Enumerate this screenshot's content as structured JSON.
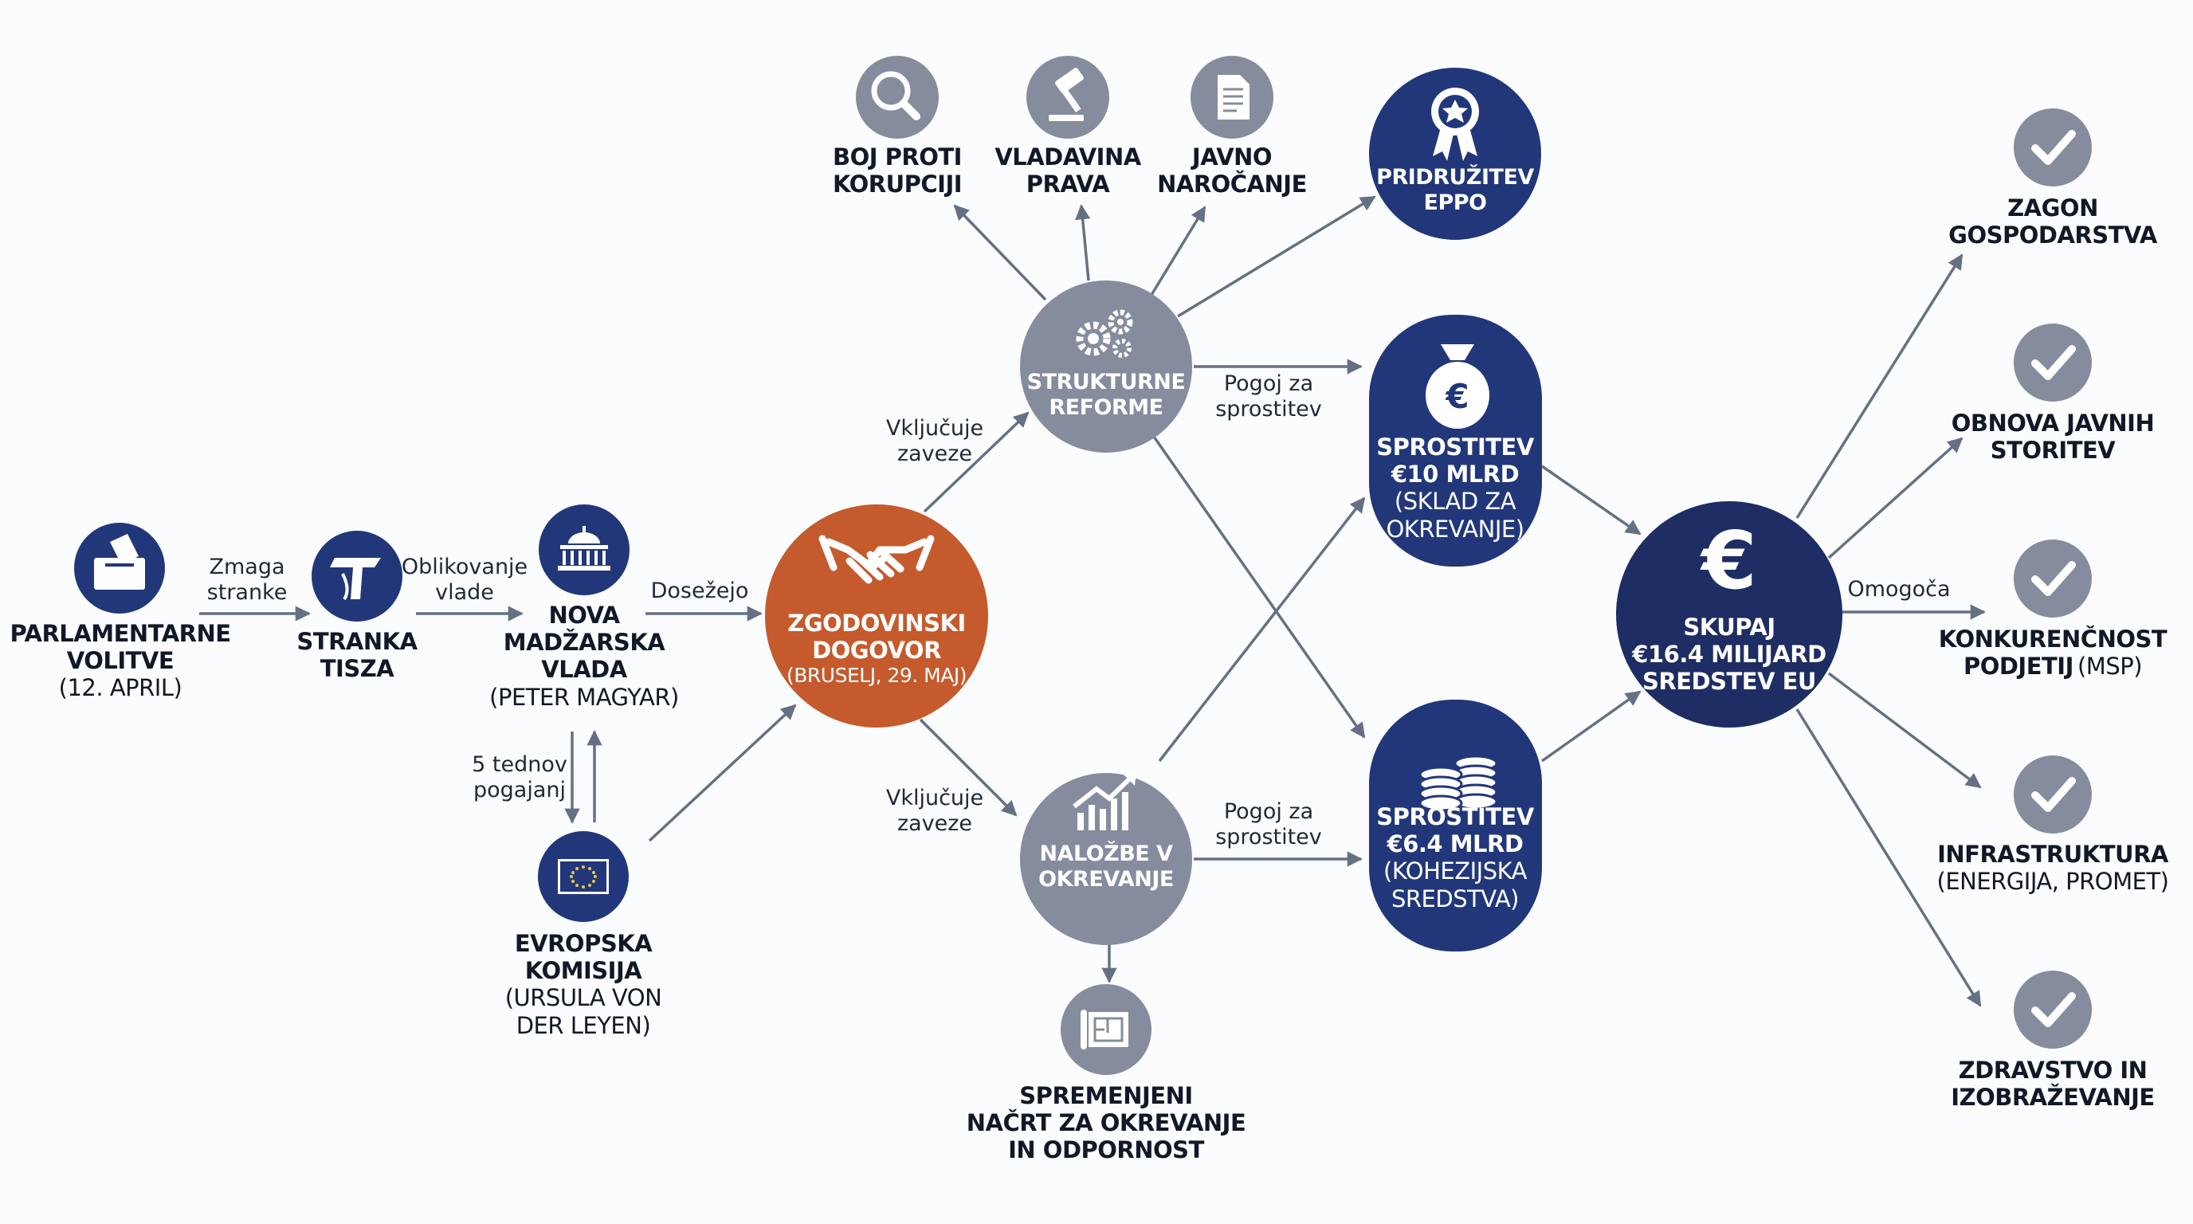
{
  "colors": {
    "dark_blue": "#22377a",
    "navy": "#1e2d63",
    "gray": "#858c9d",
    "orange": "#c55a2d",
    "arrow": "#667085",
    "text": "#111827"
  },
  "nodes": {
    "volitve": {
      "icon": "ballot-box-icon",
      "title_1": "PARLAMENTARNE",
      "title_2": "VOLITVE",
      "sub": "(12. APRIL)"
    },
    "tisza": {
      "icon": "tisza-logo-icon",
      "title_1": "STRANKA",
      "title_2": "TISZA"
    },
    "vlada": {
      "icon": "parliament-building-icon",
      "title_1": "NOVA",
      "title_2": "MADŽARSKA",
      "title_3": "VLADA",
      "sub": "(PETER MAGYAR)"
    },
    "komisija": {
      "icon": "eu-flag-icon",
      "title_1": "EVROPSKA",
      "title_2": "KOMISIJA",
      "sub_1": "(URSULA VON",
      "sub_2": "DER LEYEN)"
    },
    "dogovor": {
      "icon": "handshake-icon",
      "title_1": "ZGODOVINSKI",
      "title_2": "DOGOVOR",
      "sub": "(BRUSELJ, 29. MAJ)"
    },
    "reforme": {
      "icon": "gears-icon",
      "title_1": "STRUKTURNE",
      "title_2": "REFORME"
    },
    "nalozbe": {
      "icon": "growth-chart-icon",
      "title_1": "NALOŽBE V",
      "title_2": "OKREVANJE"
    },
    "korupcija": {
      "icon": "magnifier-icon",
      "title_1": "BOJ PROTI",
      "title_2": "KORUPCIJI"
    },
    "vladavina": {
      "icon": "gavel-icon",
      "title_1": "VLADAVINA",
      "title_2": "PRAVA"
    },
    "narocanje": {
      "icon": "document-icon",
      "title_1": "JAVNO",
      "title_2": "NAROČANJE"
    },
    "eppo": {
      "icon": "award-ribbon-icon",
      "title_1": "PRIDRUŽITEV",
      "title_2": "EPPO"
    },
    "sprostitev10": {
      "icon": "money-bag-euro-icon",
      "title_1": "SPROSTITEV",
      "title_2": "€10 MLRD",
      "sub_1": "(SKLAD ZA",
      "sub_2": "OKREVANJE)"
    },
    "sprostitev64": {
      "icon": "coin-stacks-icon",
      "title_1": "SPROSTITEV",
      "title_2": "€6.4 MLRD",
      "sub_1": "(KOHEZIJSKA",
      "sub_2": "SREDSTVA)"
    },
    "nacrt": {
      "icon": "blueprint-icon",
      "title_1": "SPREMENJENI",
      "title_2": "NAČRT ZA OKREVANJE",
      "title_3": "IN ODPORNOST"
    },
    "skupaj": {
      "icon": "euro-sign-icon",
      "title_1": "SKUPAJ",
      "title_2": "€16.4 MILIJARD",
      "title_3": "SREDSTEV EU"
    }
  },
  "outcomes": [
    {
      "icon": "checkmark-icon",
      "title_1": "ZAGON",
      "title_2": "GOSPODARSTVA",
      "sub": ""
    },
    {
      "icon": "checkmark-icon",
      "title_1": "OBNOVA JAVNIH",
      "title_2": "STORITEV",
      "sub": ""
    },
    {
      "icon": "checkmark-icon",
      "title_1": "KONKURENČNOST",
      "title_2": "PODJETIJ",
      "sub": "(MSP)"
    },
    {
      "icon": "checkmark-icon",
      "title_1": "INFRASTRUKTURA",
      "title_2": "",
      "sub": "(ENERGIJA, PROMET)"
    },
    {
      "icon": "checkmark-icon",
      "title_1": "ZDRAVSTVO IN",
      "title_2": "IZOBRAŽEVANJE",
      "sub": ""
    }
  ],
  "edge_labels": {
    "zmaga_1": "Zmaga",
    "zmaga_2": "stranke",
    "oblikovanje_1": "Oblikovanje",
    "oblikovanje_2": "vlade",
    "dosezejo": "Dosežejo",
    "tednov_1": "5 tednov",
    "tednov_2": "pogajanj",
    "vkljucuje_1": "Vključuje",
    "vkljucuje_2": "zaveze",
    "pogoj_1": "Pogoj za",
    "pogoj_2": "sprostitev",
    "omogoca": "Omogoča"
  }
}
